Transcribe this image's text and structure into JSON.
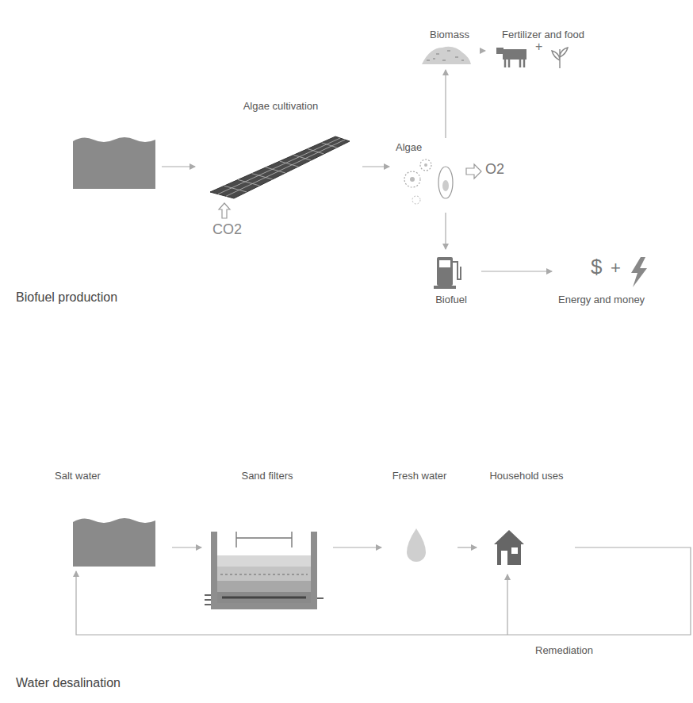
{
  "diagram": {
    "nodes": [
      {
        "text": [
          "Algae cultivation"
        ]
      },
      {
        "text": [
          "Algae"
        ]
      },
      {
        "text": [
          "Biomass"
        ]
      },
      {
        "text": [
          "Fertilizer and food"
        ]
      },
      {
        "text": [
          "Biofuel"
        ]
      },
      {
        "text": [
          "Energy and money"
        ]
      },
      {
        "text": [
          "Salt water"
        ]
      },
      {
        "text": [
          "Sand filters"
        ]
      },
      {
        "text": [
          "Fresh water"
        ]
      },
      {
        "text": [
          "Household uses"
        ]
      }
    ],
    "edges": [
      {
        "from": 0,
        "to": 1,
        "arrow": "to"
      },
      {
        "from": 1,
        "to": 2,
        "arrow": "to"
      },
      {
        "from": 2,
        "to": 3,
        "arrow": "to"
      },
      {
        "from": 1,
        "to": 4,
        "arrow": "to"
      },
      {
        "from": 4,
        "to": 5,
        "arrow": "to"
      },
      {
        "from": 6,
        "to": 7,
        "arrow": "to"
      },
      {
        "from": 7,
        "to": 8,
        "arrow": "to"
      },
      {
        "from": 8,
        "to": 9,
        "arrow": "to"
      },
      {
        "from": 9,
        "to": 6,
        "label": "Remediation",
        "arrow": "to"
      }
    ],
    "labels": [
      "CO2",
      "O2",
      "+",
      "$",
      "+",
      "Biofuel production",
      "Water desalination"
    ]
  }
}
